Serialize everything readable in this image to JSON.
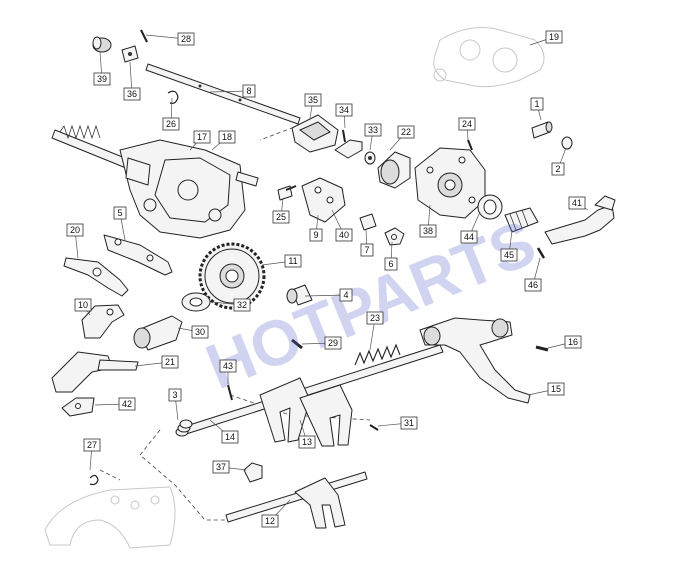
{
  "watermark": "HOTPARTS",
  "callouts": [
    "1",
    "2",
    "3",
    "4",
    "5",
    "6",
    "7",
    "8",
    "9",
    "10",
    "11",
    "12",
    "13",
    "14",
    "15",
    "16",
    "17",
    "18",
    "19",
    "20",
    "21",
    "22",
    "23",
    "24",
    "25",
    "26",
    "27",
    "28",
    "29",
    "30",
    "31",
    "32",
    "33",
    "34",
    "35",
    "36",
    "37",
    "38",
    "39",
    "40",
    "41",
    "42",
    "43",
    "44",
    "45",
    "46"
  ]
}
